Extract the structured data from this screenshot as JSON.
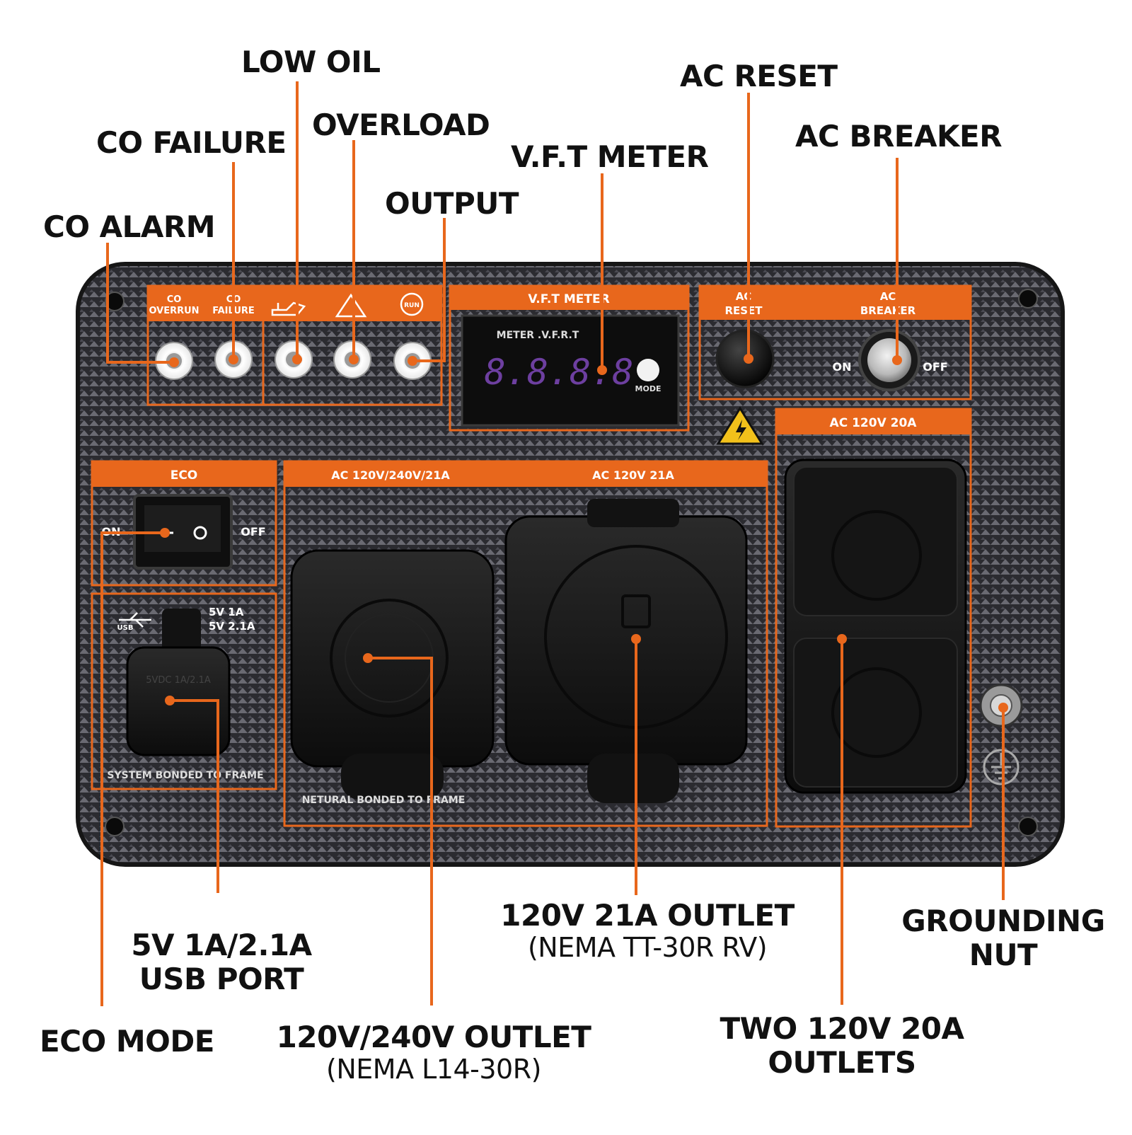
{
  "callouts": {
    "low_oil": "LOW OIL",
    "co_failure": "CO FAILURE",
    "overload": "OVERLOAD",
    "co_alarm": "CO ALARM",
    "output": "OUTPUT",
    "vft_meter": "V.F.T METER",
    "ac_reset": "AC RESET",
    "ac_breaker": "AC BREAKER",
    "outlet_21a_title": "120V 21A OUTLET",
    "outlet_21a_sub": "(NEMA TT-30R RV)",
    "grounding_line1": "GROUNDING",
    "grounding_line2": "NUT",
    "usb_line1": "5V 1A/2.1A",
    "usb_line2": "USB PORT",
    "eco_mode": "ECO MODE",
    "outlet_240_title": "120V/240V OUTLET",
    "outlet_240_sub": "(NEMA L14-30R)",
    "two_outlets_line1": "TWO 120V 20A",
    "two_outlets_line2": "OUTLETS"
  },
  "panel": {
    "co_overrun_1": "CO",
    "co_overrun_2": "OVERRUN",
    "co_failure_1": "CO",
    "co_failure_2": "FAILURE",
    "vft_header": "V.F.T METER",
    "meter_label": "METER .V.F.R.T",
    "meter_display": "8.8.8.8",
    "mode_label": "MODE",
    "ac_reset_1": "AC",
    "ac_reset_2": "RESET",
    "ac_breaker_1": "AC",
    "ac_breaker_2": "BREAKER",
    "breaker_on": "ON",
    "breaker_off": "OFF",
    "ac_20a_header": "AC 120V 20A",
    "eco_header": "ECO",
    "eco_on": "ON",
    "eco_off": "OFF",
    "usb_rating_1": "5V 1A",
    "usb_rating_2": "5V 2.1A",
    "usb_label": "USB",
    "usb_cap_text": "5VDC 1A/2.1A",
    "system_bonded": "SYSTEM BONDED TO FRAME",
    "ac_240_header": "AC 120V/240V/21A",
    "ac_21a_header": "AC 120V 21A",
    "neutral_bonded": "NETURAL BONDED TO FRAME"
  },
  "colors": {
    "accent": "#E8671C",
    "panel": "#2A2A2E",
    "text": "#111111"
  }
}
